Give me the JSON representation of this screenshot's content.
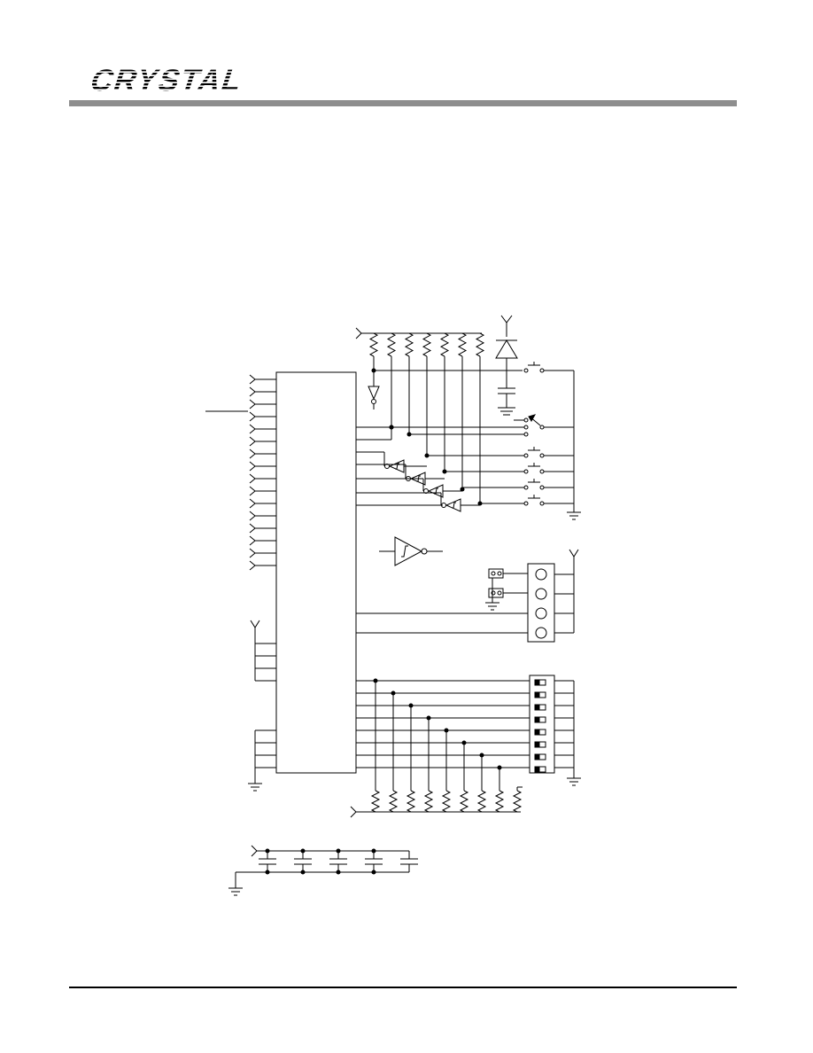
{
  "header": {
    "brand": "CRYSTAL",
    "brand_logo": "crystal-wordmark-logo",
    "bar_color": "#8e8e8e"
  },
  "schematic": {
    "line_color": "#000000",
    "pullup_network_top_count": 7,
    "pullup_network_bottom_count": 9,
    "pushbutton_count": 5,
    "schmitt_inverter_count": 5,
    "dip_switch_positions": 8,
    "connector_pins": 4,
    "jumper_count": 2,
    "decoupling_capacitor_count": 5
  }
}
